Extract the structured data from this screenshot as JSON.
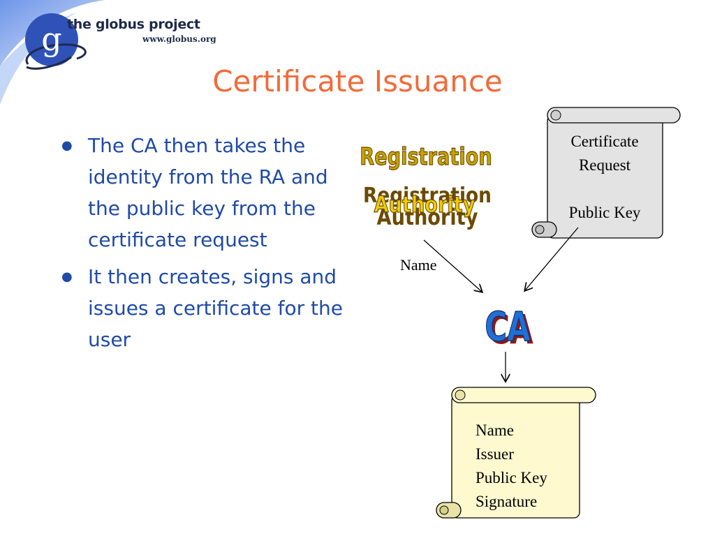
{
  "logo": {
    "main_text": "the globus project",
    "url_text": "www.globus.org",
    "mark": "g"
  },
  "title": "Certificate Issuance",
  "bullets": [
    "The CA then takes the identity from the RA and the public key from the certificate request",
    "It then creates, signs and issues a certificate for the user"
  ],
  "diagram": {
    "ra_line1": "Registration",
    "ra_line2": "Authority",
    "ca_label": "CA",
    "name_arrow_label": "Name",
    "request_scroll": {
      "line1": "Certificate",
      "line2": "Request",
      "line3": "Public Key"
    },
    "certificate_scroll": {
      "lines": [
        "Name",
        "Issuer",
        "Public Key",
        "Signature"
      ]
    }
  },
  "colors": {
    "title": "#f26b3a",
    "bullet_text": "#1f4aa8",
    "ra_word_fill": "#c8a200",
    "ra_word_outline": "#6b4a00",
    "ca_fill": "#1f6fd6",
    "ca_outline": "#8a1b1b",
    "request_scroll_fill": "#e3e3e3",
    "certificate_scroll_fill": "#fff9cf",
    "swoosh": "#8fb0ec"
  }
}
